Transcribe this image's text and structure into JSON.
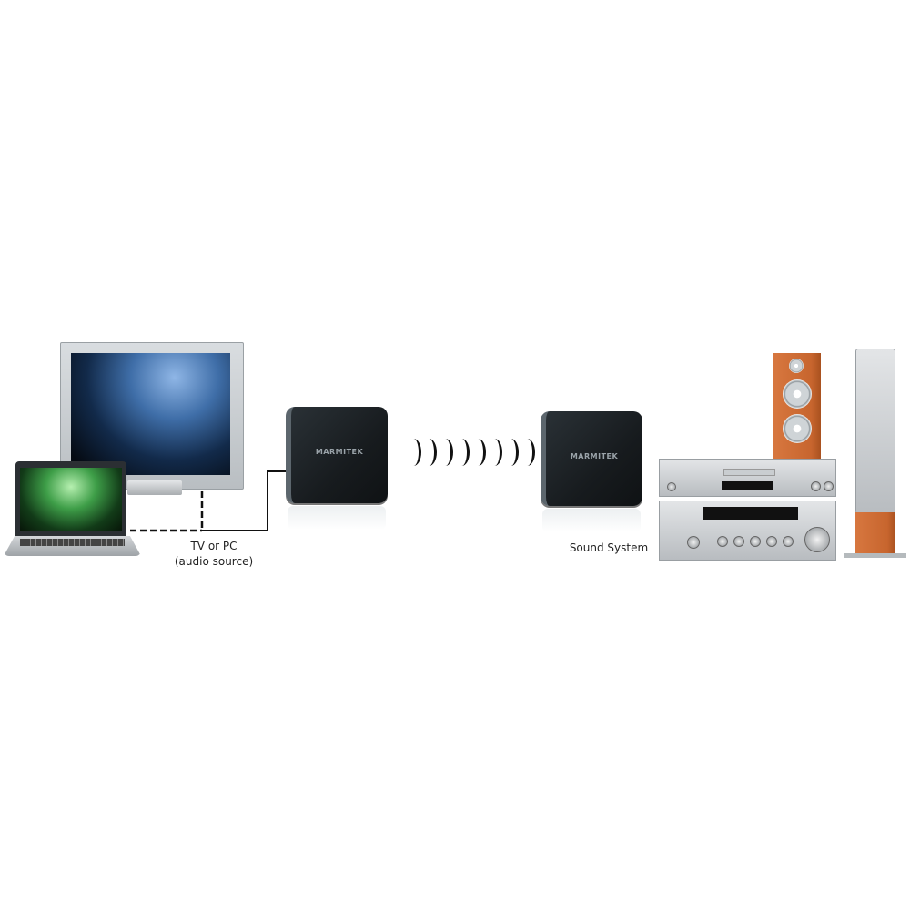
{
  "source": {
    "label_line1": "TV or PC",
    "label_line2": "(audio source)"
  },
  "transmitter": {
    "brand": "MARMITEK"
  },
  "receiver": {
    "brand": "MARMITEK"
  },
  "wireless": {
    "arc_count": 8
  },
  "destination": {
    "label": "Sound System"
  },
  "colors": {
    "cable": "#111111",
    "device": "#1b2024",
    "speaker_wood": "#c9682f"
  }
}
